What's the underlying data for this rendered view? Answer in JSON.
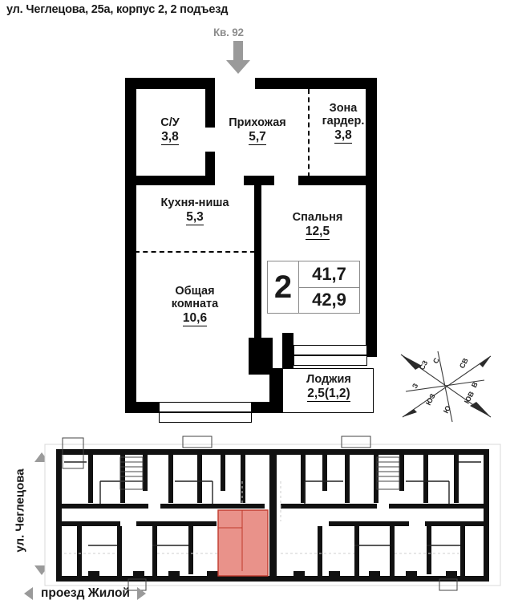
{
  "header": {
    "address": "ул. Чеглецова, 25а, корпус 2, 2 подъезд",
    "flat_label": "Кв. 92"
  },
  "badge": {
    "rooms": "2",
    "area_living": "41,7",
    "area_total": "42,9"
  },
  "rooms": [
    {
      "name": "С/У",
      "area": "3,8"
    },
    {
      "name": "Прихожая",
      "area": "5,7"
    },
    {
      "name": "Зона гардер.",
      "area": "3,8"
    },
    {
      "name": "Кухня-ниша",
      "area": "5,3"
    },
    {
      "name": "Спальня",
      "area": "12,5"
    },
    {
      "name": "Общая комната",
      "area": "10,6"
    },
    {
      "name": "Лоджия",
      "area": "2,5(1,2)"
    }
  ],
  "room_names": {
    "bathroom": "С/У",
    "hallway": "Прихожая",
    "wardrobe_line1": "Зона",
    "wardrobe_line2": "гардер.",
    "kitchen": "Кухня-ниша",
    "bedroom": "Спальня",
    "living_line1": "Общая",
    "living_line2": "комната",
    "loggia": "Лоджия"
  },
  "room_areas": {
    "bathroom": "3,8",
    "hallway": "5,7",
    "wardrobe": "3,8",
    "kitchen": "5,3",
    "bedroom": "12,5",
    "living": "10,6",
    "loggia": "2,5(1,2)"
  },
  "compass": {
    "n": "С",
    "ne": "СВ",
    "e": "В",
    "se": "ЮВ",
    "s": "Ю",
    "sw": "ЮЗ",
    "w": "З",
    "nw": "СЗ"
  },
  "streets": {
    "left": "ул. Чеглецова",
    "bottom": "проезд Жилой"
  },
  "colors": {
    "wall": "#000000",
    "highlight_fill": "#e9928a",
    "highlight_stroke": "#c0392b",
    "arrow_gray": "#9a9a9a",
    "badge_border": "#8a8a8a"
  }
}
